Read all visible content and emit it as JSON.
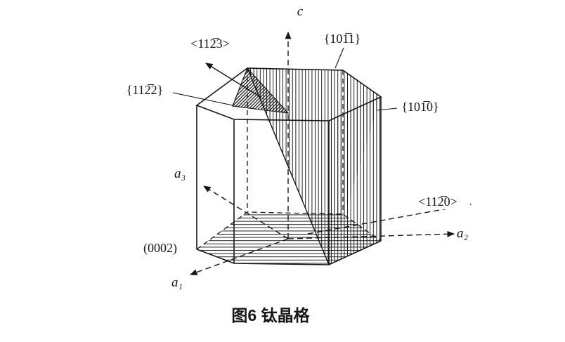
{
  "figure": {
    "caption": "图6 钛晶格",
    "background_color": "#ffffff",
    "ink_color": "#161616"
  },
  "axes": {
    "c": "c",
    "a1": "a₁",
    "a2": "a₂",
    "a3": "a₃"
  },
  "directions": {
    "d1123": "<112̅3>",
    "d1120": "<112̅0>"
  },
  "planes": {
    "p1011": "{101̅1}",
    "p1122": "{112̅2}",
    "p1010": "{101̅0}",
    "p0002": "(0002)"
  },
  "hatching": {
    "p0002": "horizontal",
    "p1010": "vertical",
    "p1011": "vertical",
    "p1122": "diagonal"
  }
}
